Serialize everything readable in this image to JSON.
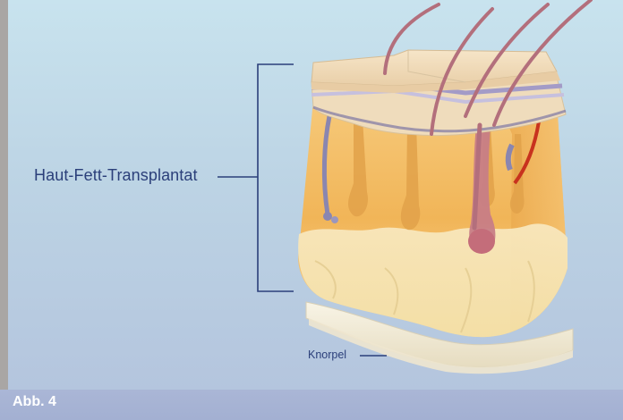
{
  "labels": {
    "graft": "Haut-Fett-Transplantat",
    "cartilage": "Knorpel",
    "figure": "Abb. 4"
  },
  "colors": {
    "label_text": "#2b3f7a",
    "background_top": "#c8e3ee",
    "background_bottom": "#b3c3dd",
    "caption_bar": "#a7b3d4",
    "skin": "#f0d6b4",
    "fat": "#f3b95a",
    "hair": "#c98a93",
    "vessel_red": "#c8321e",
    "cartilage": "#f6efd8"
  }
}
